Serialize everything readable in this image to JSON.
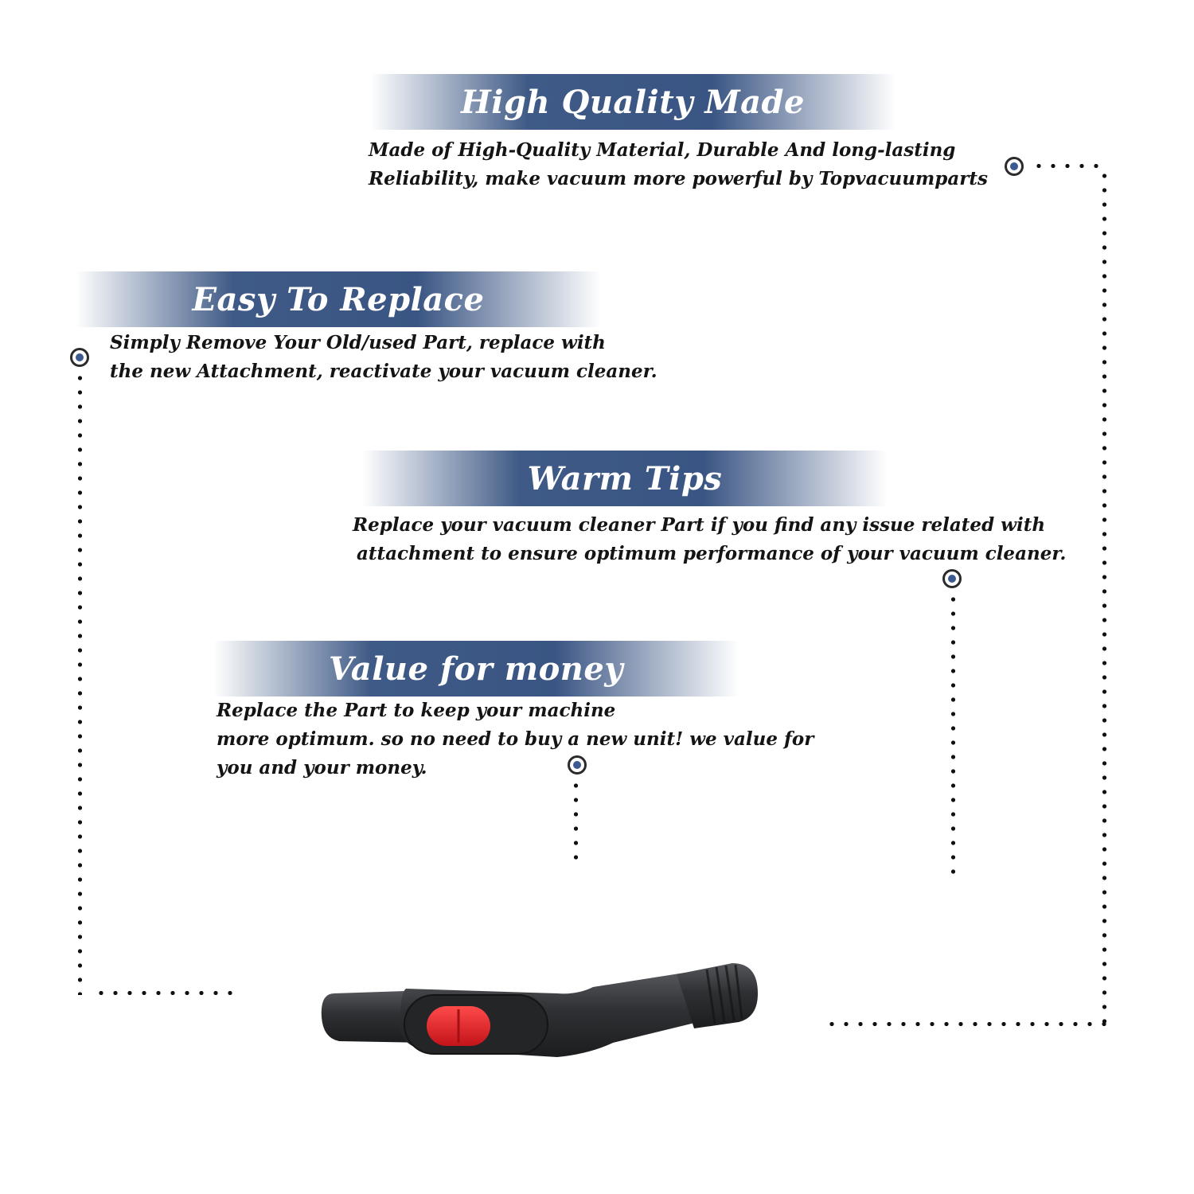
{
  "sections": [
    {
      "title": "High Quality Made",
      "lines": [
        "Made of  High-Quality Material, Durable And long-lasting",
        "Reliability, make vacuum more powerful by Topvacuumparts"
      ]
    },
    {
      "title": "Easy To Replace",
      "lines": [
        "Simply Remove Your Old/used Part, replace with",
        "the new Attachment, reactivate your vacuum cleaner."
      ]
    },
    {
      "title": "Warm Tips",
      "lines": [
        "Replace your vacuum cleaner Part if you find any issue related with",
        "attachment to ensure optimum performance of your vacuum cleaner."
      ]
    },
    {
      "title": "Value for money",
      "lines": [
        "Replace the Part to keep your machine",
        "more optimum. so no need to buy a new unit! we value for",
        "you and your money."
      ]
    }
  ],
  "colors": {
    "banner": "#3f5a86",
    "marker_fill": "#3c5a8f",
    "text": "#141414",
    "product_body": "#2f3033",
    "product_button": "#e1262b"
  },
  "icons": {
    "marker": "circle-marker-icon",
    "product": "vacuum-adapter-image"
  }
}
